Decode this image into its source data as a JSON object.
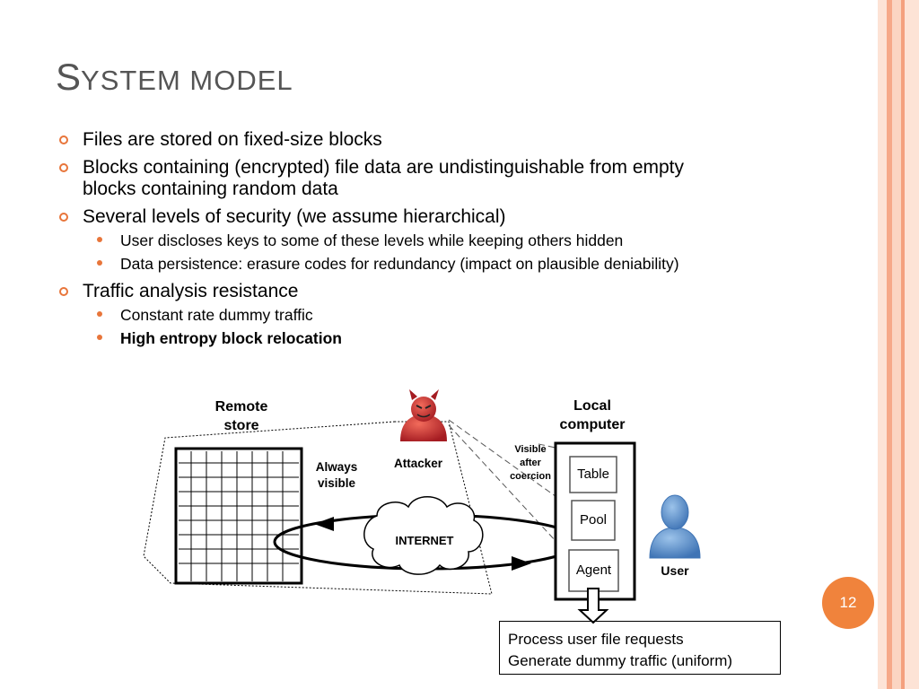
{
  "slide": {
    "title_cap": "S",
    "title_rest": "ystem model",
    "page_number": "12"
  },
  "bullets": {
    "b1": "Files are stored on fixed-size blocks",
    "b2_line1": "Blocks containing (encrypted) file data are undistinguishable from empty",
    "b2_line2": "blocks containing random data",
    "b3": "Several levels of security (we assume hierarchical)",
    "b3_sub1": "User discloses keys to some of these levels while keeping others hidden",
    "b3_sub2": "Data persistence: erasure codes for redundancy (impact on plausible deniability)",
    "b4": "Traffic analysis resistance",
    "b4_sub1": "Constant rate dummy traffic",
    "b4_sub2": "High entropy block relocation"
  },
  "diagram": {
    "remote_store_line1": "Remote",
    "remote_store_line2": "store",
    "always_visible_line1": "Always",
    "always_visible_line2": "visible",
    "attacker": "Attacker",
    "internet": "INTERNET",
    "local_computer_line1": "Local",
    "local_computer_line2": "computer",
    "visible_after_coercion_line1": "Visible",
    "visible_after_coercion_line2": "after",
    "visible_after_coercion_line3": "coercion",
    "table": "Table",
    "pool": "Pool",
    "agent": "Agent",
    "user": "User",
    "info_line1": "Process user file requests",
    "info_line2": "Generate dummy traffic (uniform)"
  },
  "colors": {
    "accent": "#e8753a",
    "stripe_light": "#fbd5c2",
    "stripe_mid": "#f6a989",
    "attacker_red": "#c0272d",
    "user_blue": "#5c8fc9"
  }
}
